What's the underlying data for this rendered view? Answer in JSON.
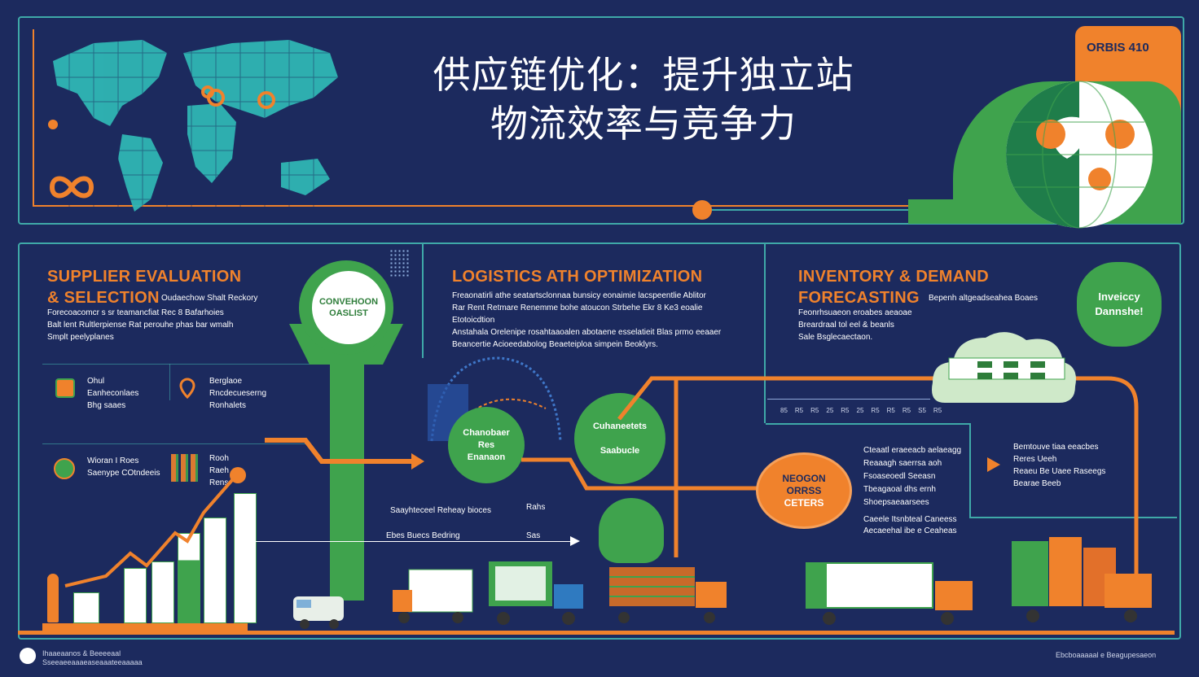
{
  "header": {
    "title_line1": "供应链优化：提升独立站",
    "title_line2": "物流效率与竞争力",
    "badge": "ORBIS 410"
  },
  "supplier": {
    "title_line1": "SUPPLIER EVALUATION",
    "title_line2": "& SELECTION",
    "subtitle": "Oudaechow Shalt Reckory",
    "desc_lines": [
      "Forecoacomcr s sr teamancfiat Rec 8 Bafarhoies",
      "Balt lent Rultlerpiense Rat perouhe phas bar wmalh",
      "Smplt peelyplanes"
    ],
    "item1": [
      "Ohul",
      "Eanheconlaes",
      "Bhg saaes"
    ],
    "item2": [
      "Berglaoe",
      "Rncdecueserng",
      "Ronhalets"
    ],
    "item3": [
      "Wioran I Roes",
      "Saenype COtndeeis"
    ],
    "item4": [
      "Rooh",
      "Raeh",
      "Rens"
    ]
  },
  "funnel": {
    "circle_label_line1": "CONVEHOON",
    "circle_label_line2": "OASLIST"
  },
  "logistics": {
    "title": "LOGISTICS ATH OPTIMIZATION",
    "desc_lines": [
      "Freaonatirli athe seatartsclonnaa bunsicy eonaimie lacspeentlie Ablitor",
      "Rar Rent Retmare Renemme bohe atoucon Strbehe Ekr 8 Ke3 eoalie Etotoicdtion",
      "Anstahala Orelenipe rosahtaaoalen abotaene esselatieit Blas prmo eeaaer",
      "Beancertie Acioeedabolog Beaeteiploa simpein Beoklyrs."
    ],
    "circle1": [
      "Chanobaer",
      "Res",
      "Enanaon"
    ],
    "circle2": [
      "Cuhaneetets",
      "",
      "Saabucle"
    ],
    "label1": "Saayhteceel Reheay bioces",
    "label2": "Ebes Buecs Bedring",
    "val1": "Rahs",
    "val2": "Sas"
  },
  "inventory": {
    "title_line1": "INVENTORY & DEMAND",
    "title_line2": "FORECASTING",
    "subtitle": "Bepenh altgeadseahea Boaes",
    "desc_lines": [
      "Feonrhsuaeon eroabes aeaoae",
      "Breardraal tol eel & beanls",
      "Sale Bsglecaectaon."
    ],
    "cloud_label": [
      "Inveiccy",
      "Dannshe!"
    ],
    "axis_ticks": [
      "85",
      "R5",
      "R5",
      "25",
      "R5",
      "25",
      "R5",
      "R5",
      "R5",
      "S5",
      "R5"
    ],
    "orange_circle": [
      "NEOGON",
      "ORRSS",
      "CETERS"
    ],
    "list1": [
      "Cteaatl eraeeacb aelaeagg",
      "Reaaagh saerrsa aoh",
      "Fsoaseoedl Seeasn",
      "Tbeagaoal dhs ernh",
      "Shoepsaeaarsees"
    ],
    "list2": [
      "Caeele Itsnbteal Caneess",
      "Aecaeehal ibe e Ceaheas"
    ],
    "list3": [
      "Bemtouve tiaa eeacbes",
      "Reres Ueeh",
      "Reaeu Be Uaee Raseegs",
      "Bearae Beeb"
    ]
  },
  "footer": {
    "left_line1": "Ihaaeaanos & Beeeeaal",
    "left_line2": "Sseeaeeaaaeaseaaateeaaaaa",
    "right": "Ebcboaaaaal e Beagupesaeon"
  },
  "colors": {
    "background": "#1c2a5e",
    "accent_orange": "#f0822c",
    "accent_green": "#3fa34d",
    "frame_teal": "#3fa9a8"
  }
}
